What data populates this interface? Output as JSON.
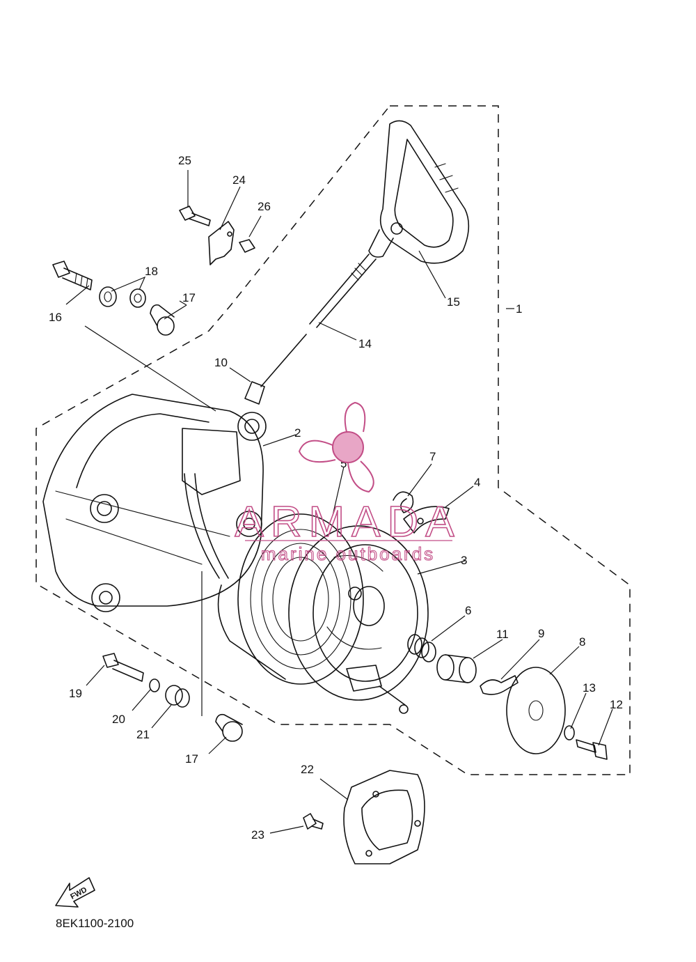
{
  "diagram": {
    "code": "8EK1100-2100",
    "fwd_label": "FWD",
    "callouts": [
      {
        "id": "c1",
        "text": "1"
      },
      {
        "id": "c2",
        "text": "2"
      },
      {
        "id": "c3",
        "text": "3"
      },
      {
        "id": "c4",
        "text": "4"
      },
      {
        "id": "c5",
        "text": "5"
      },
      {
        "id": "c6",
        "text": "6"
      },
      {
        "id": "c7",
        "text": "7"
      },
      {
        "id": "c8",
        "text": "8"
      },
      {
        "id": "c9",
        "text": "9"
      },
      {
        "id": "c10",
        "text": "10"
      },
      {
        "id": "c11",
        "text": "11"
      },
      {
        "id": "c12",
        "text": "12"
      },
      {
        "id": "c13",
        "text": "13"
      },
      {
        "id": "c14",
        "text": "14"
      },
      {
        "id": "c15",
        "text": "15"
      },
      {
        "id": "c16",
        "text": "16"
      },
      {
        "id": "c17a",
        "text": "17"
      },
      {
        "id": "c17b",
        "text": "17"
      },
      {
        "id": "c18",
        "text": "18"
      },
      {
        "id": "c19",
        "text": "19"
      },
      {
        "id": "c20",
        "text": "20"
      },
      {
        "id": "c21",
        "text": "21"
      },
      {
        "id": "c22",
        "text": "22"
      },
      {
        "id": "c23",
        "text": "23"
      },
      {
        "id": "c24",
        "text": "24"
      },
      {
        "id": "c25",
        "text": "25"
      },
      {
        "id": "c26",
        "text": "26"
      }
    ]
  },
  "watermark": {
    "brand": "ARMADA",
    "tagline": "marine outboards",
    "color": "#c24d86"
  }
}
